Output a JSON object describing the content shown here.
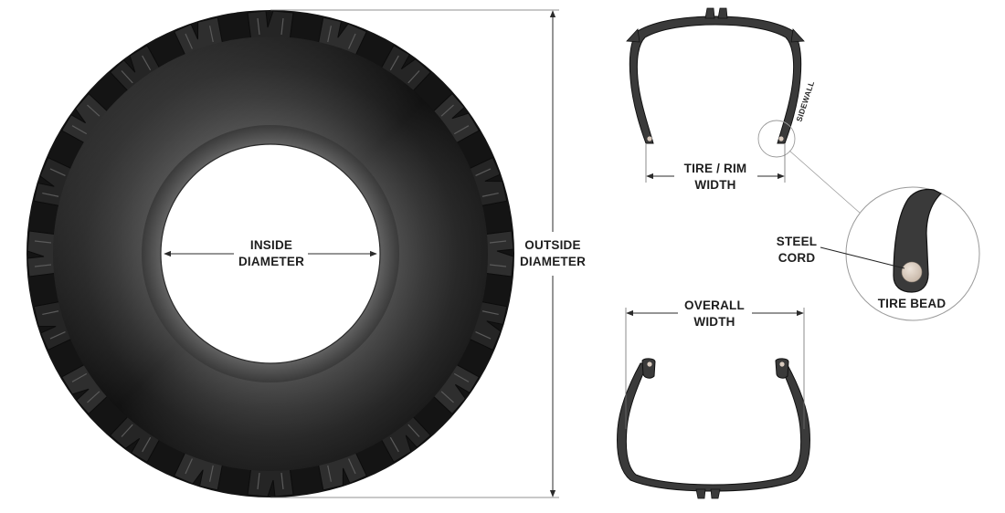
{
  "labels": {
    "inside_diameter": {
      "line1": "INSIDE",
      "line2": "DIAMETER"
    },
    "outside_diameter": {
      "line1": "OUTSIDE",
      "line2": "DIAMETER"
    },
    "tire_rim_width": {
      "line1": "TIRE / RIM",
      "line2": "WIDTH"
    },
    "overall_width": {
      "line1": "OVERALL",
      "line2": "WIDTH"
    },
    "sidewall": "SIDEWALL",
    "steel_cord": {
      "line1": "STEEL",
      "line2": "CORD"
    },
    "tire_bead": "TIRE BEAD"
  },
  "colors": {
    "rubber_dark": "#1a1a1a",
    "rubber_mid": "#3c3c3c",
    "rubber_light": "#6a6a6a",
    "profile_fill": "#3a3a3a",
    "bead_wire": "#d9cbbf",
    "dimension_line": "#2b2b2b"
  }
}
